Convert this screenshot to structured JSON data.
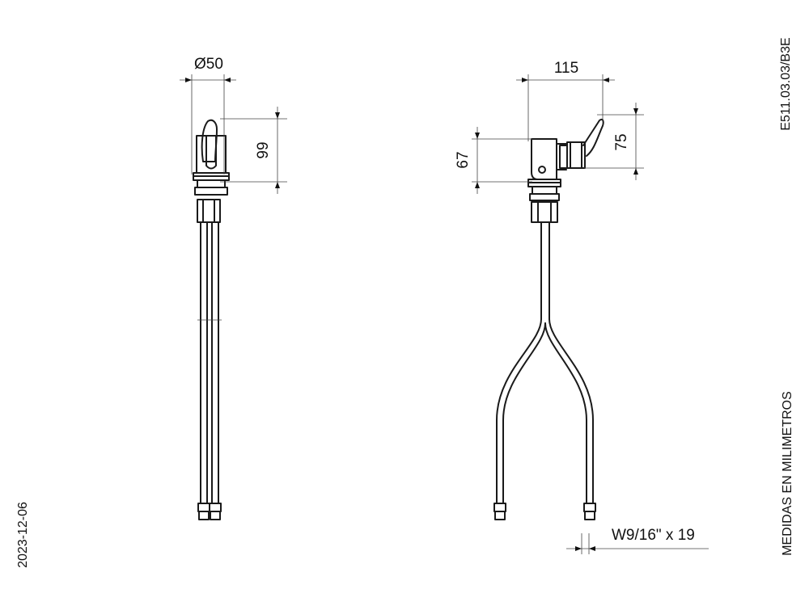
{
  "drawing_code": "E511.03.03/B3E",
  "units_note": "MEDIDAS EN MILIMETROS",
  "date": "2023-12-06",
  "dimensions": {
    "front_diameter": "Ø50",
    "front_height": "99",
    "side_width": "115",
    "side_body_height": "67",
    "side_lever_height": "75",
    "hose_connector": "W9/16\" x 19"
  }
}
